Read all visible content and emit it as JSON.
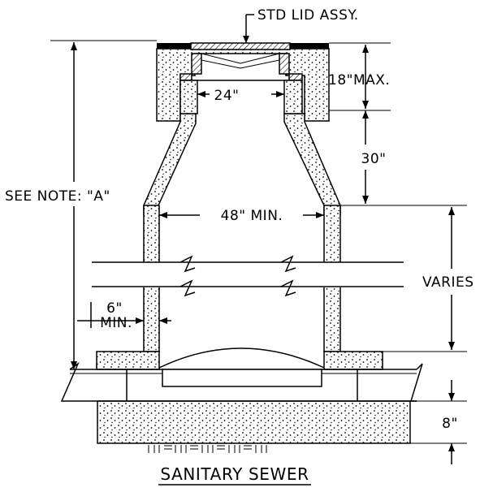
{
  "diagram": {
    "title": "SANITARY SEWER",
    "labels": {
      "lid": "STD LID ASSY.",
      "max18": "18\"MAX.",
      "d24": "24\"",
      "d30": "30\"",
      "see_note": "SEE NOTE: \"A\"",
      "min48": "48\" MIN.",
      "varies": "VARIES",
      "six": "6\"",
      "min": "MIN.",
      "d8": "8\""
    }
  }
}
